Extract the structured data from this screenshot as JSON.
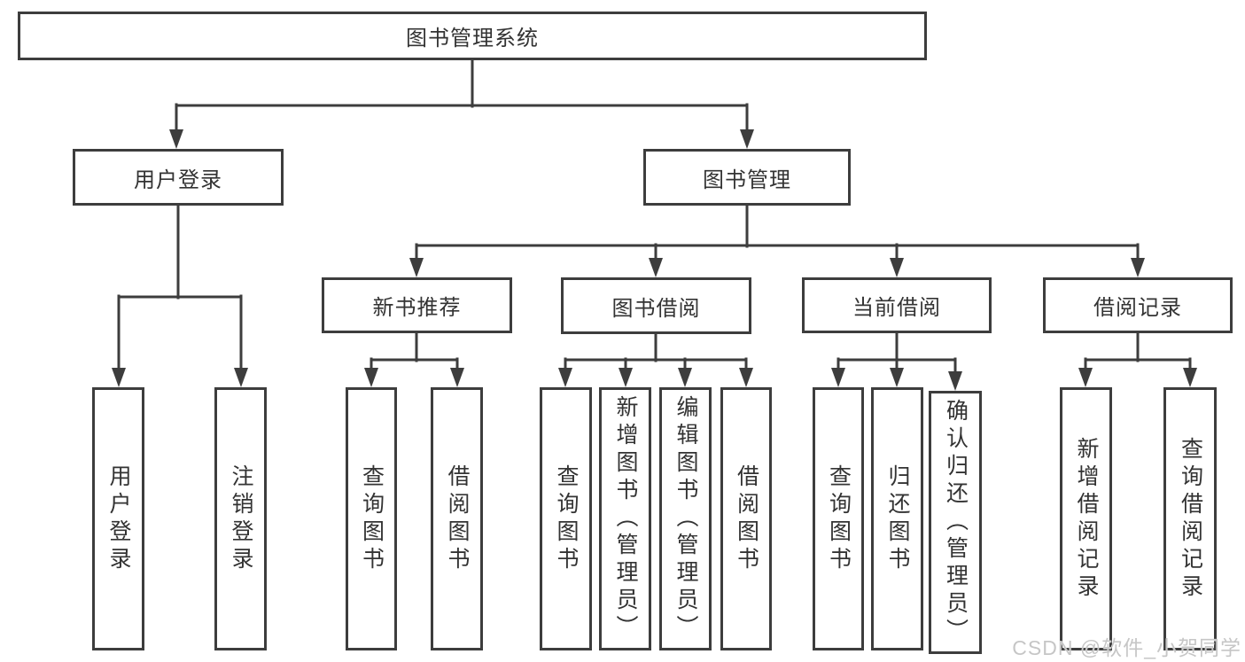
{
  "diagram": {
    "type": "hierarchy",
    "title": "图书管理系统"
  },
  "tree": {
    "root": {
      "label": "图书管理系统"
    },
    "branches": [
      {
        "label": "用户登录",
        "children": [
          {
            "label": "用户登录"
          },
          {
            "label": "注销登录"
          }
        ]
      },
      {
        "label": "图书管理",
        "children": [
          {
            "label": "新书推荐",
            "children": [
              {
                "label": "查询图书"
              },
              {
                "label": "借阅图书"
              }
            ]
          },
          {
            "label": "图书借阅",
            "children": [
              {
                "label": "查询图书"
              },
              {
                "label": "新增图书（管理员）"
              },
              {
                "label": "编辑图书（管理员）"
              },
              {
                "label": "借阅图书"
              }
            ]
          },
          {
            "label": "当前借阅",
            "children": [
              {
                "label": "查询图书"
              },
              {
                "label": "归还图书"
              },
              {
                "label": "确认归还（管理员）"
              }
            ]
          },
          {
            "label": "借阅记录",
            "children": [
              {
                "label": "新增借阅记录"
              },
              {
                "label": "查询借阅记录"
              }
            ]
          }
        ]
      }
    ]
  },
  "watermark": {
    "text": "CSDN @软件_小贺同学"
  },
  "colors": {
    "line": "#3d3d3d",
    "box_border": "#3d3d3d",
    "box_fill": "#ffffff",
    "text": "#333333",
    "background": "#ffffff",
    "watermark": "#c6c6c6"
  }
}
